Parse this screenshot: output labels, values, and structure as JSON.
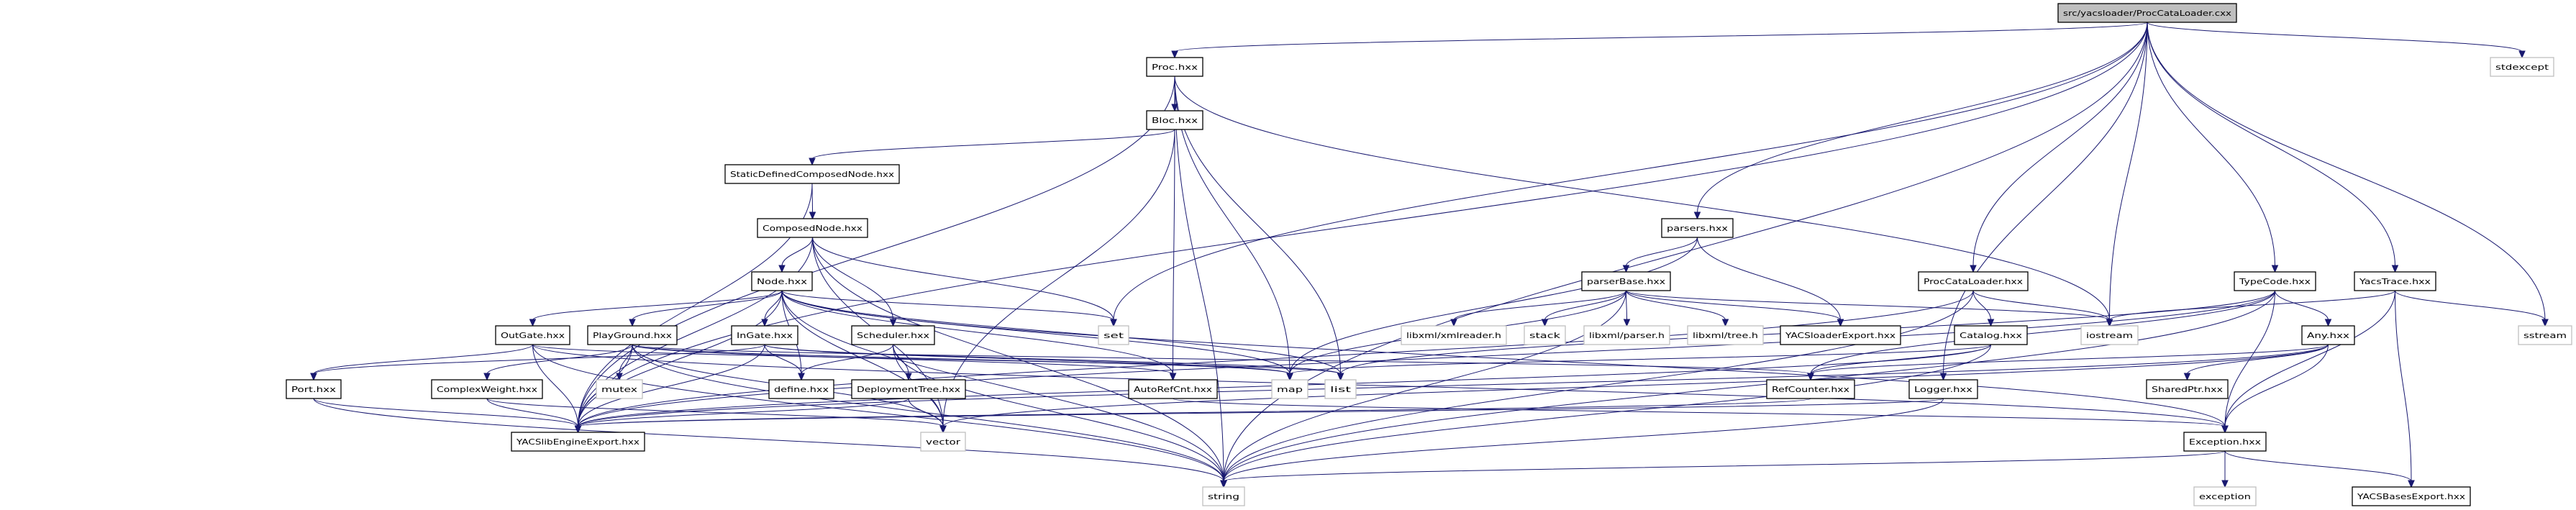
{
  "graph": {
    "root": "src/yacsloader/ProcCataLoader.cxx",
    "edge_color": "#191970",
    "root_fill": "#bfbfbf",
    "external_border": "#bfbfbf",
    "nodes": [
      {
        "id": "root",
        "label": "src/yacsloader/ProcCataLoader.cxx",
        "kind": "root"
      },
      {
        "id": "proc",
        "label": "Proc.hxx",
        "kind": "local"
      },
      {
        "id": "bloc",
        "label": "Bloc.hxx",
        "kind": "local"
      },
      {
        "id": "sdcn",
        "label": "StaticDefinedComposedNode.hxx",
        "kind": "local"
      },
      {
        "id": "cn",
        "label": "ComposedNode.hxx",
        "kind": "local"
      },
      {
        "id": "node",
        "label": "Node.hxx",
        "kind": "local"
      },
      {
        "id": "outgate",
        "label": "OutGate.hxx",
        "kind": "local"
      },
      {
        "id": "playground",
        "label": "PlayGround.hxx",
        "kind": "local"
      },
      {
        "id": "ingate",
        "label": "InGate.hxx",
        "kind": "local"
      },
      {
        "id": "scheduler",
        "label": "Scheduler.hxx",
        "kind": "local"
      },
      {
        "id": "port",
        "label": "Port.hxx",
        "kind": "local"
      },
      {
        "id": "complexweight",
        "label": "ComplexWeight.hxx",
        "kind": "local"
      },
      {
        "id": "mutex",
        "label": "mutex",
        "kind": "external"
      },
      {
        "id": "define",
        "label": "define.hxx",
        "kind": "local"
      },
      {
        "id": "deptree",
        "label": "DeploymentTree.hxx",
        "kind": "local"
      },
      {
        "id": "yle",
        "label": "YACSlibEngineExport.hxx",
        "kind": "local"
      },
      {
        "id": "set",
        "label": "set",
        "kind": "external"
      },
      {
        "id": "autorefcnt",
        "label": "AutoRefCnt.hxx",
        "kind": "local"
      },
      {
        "id": "map",
        "label": "map",
        "kind": "external"
      },
      {
        "id": "list",
        "label": "list",
        "kind": "external"
      },
      {
        "id": "vector",
        "label": "vector",
        "kind": "external"
      },
      {
        "id": "string",
        "label": "string",
        "kind": "external"
      },
      {
        "id": "parsers",
        "label": "parsers.hxx",
        "kind": "local"
      },
      {
        "id": "parserbase",
        "label": "parserBase.hxx",
        "kind": "local"
      },
      {
        "id": "xmlreader",
        "label": "libxml/xmlreader.h",
        "kind": "external"
      },
      {
        "id": "stack",
        "label": "stack",
        "kind": "external"
      },
      {
        "id": "xmlparser",
        "label": "libxml/parser.h",
        "kind": "external"
      },
      {
        "id": "xmltree",
        "label": "libxml/tree.h",
        "kind": "external"
      },
      {
        "id": "yloe",
        "label": "YACSloaderExport.hxx",
        "kind": "local"
      },
      {
        "id": "pcl",
        "label": "ProcCataLoader.hxx",
        "kind": "local"
      },
      {
        "id": "catalog",
        "label": "Catalog.hxx",
        "kind": "local"
      },
      {
        "id": "iostream",
        "label": "iostream",
        "kind": "external"
      },
      {
        "id": "typecode",
        "label": "TypeCode.hxx",
        "kind": "local"
      },
      {
        "id": "yacstrace",
        "label": "YacsTrace.hxx",
        "kind": "local"
      },
      {
        "id": "any",
        "label": "Any.hxx",
        "kind": "local"
      },
      {
        "id": "stdexcept",
        "label": "stdexcept",
        "kind": "external"
      },
      {
        "id": "sstream",
        "label": "sstream",
        "kind": "external"
      },
      {
        "id": "refcounter",
        "label": "RefCounter.hxx",
        "kind": "local"
      },
      {
        "id": "logger",
        "label": "Logger.hxx",
        "kind": "local"
      },
      {
        "id": "sharedptr",
        "label": "SharedPtr.hxx",
        "kind": "local"
      },
      {
        "id": "exceptionhxx",
        "label": "Exception.hxx",
        "kind": "local"
      },
      {
        "id": "exception",
        "label": "exception",
        "kind": "external"
      },
      {
        "id": "ybe",
        "label": "YACSBasesExport.hxx",
        "kind": "local"
      }
    ],
    "edges": [
      [
        "root",
        "proc"
      ],
      [
        "root",
        "set"
      ],
      [
        "root",
        "parsers"
      ],
      [
        "root",
        "pcl"
      ],
      [
        "root",
        "iostream"
      ],
      [
        "root",
        "logger"
      ],
      [
        "root",
        "typecode"
      ],
      [
        "root",
        "yacstrace"
      ],
      [
        "root",
        "stdexcept"
      ],
      [
        "root",
        "sstream"
      ],
      [
        "root",
        "yle"
      ],
      [
        "root",
        "string"
      ],
      [
        "proc",
        "bloc"
      ],
      [
        "proc",
        "map"
      ],
      [
        "proc",
        "list"
      ],
      [
        "proc",
        "iostream"
      ],
      [
        "proc",
        "yle"
      ],
      [
        "proc",
        "string"
      ],
      [
        "bloc",
        "sdcn"
      ],
      [
        "bloc",
        "autorefcnt"
      ],
      [
        "bloc",
        "vector"
      ],
      [
        "sdcn",
        "cn"
      ],
      [
        "sdcn",
        "yle"
      ],
      [
        "cn",
        "node"
      ],
      [
        "cn",
        "scheduler"
      ],
      [
        "cn",
        "set"
      ],
      [
        "cn",
        "vector"
      ],
      [
        "cn",
        "yle"
      ],
      [
        "cn",
        "string"
      ],
      [
        "node",
        "outgate"
      ],
      [
        "node",
        "playground"
      ],
      [
        "node",
        "ingate"
      ],
      [
        "node",
        "define"
      ],
      [
        "node",
        "set"
      ],
      [
        "node",
        "map"
      ],
      [
        "node",
        "list"
      ],
      [
        "node",
        "autorefcnt"
      ],
      [
        "node",
        "exceptionhxx"
      ],
      [
        "node",
        "vector"
      ],
      [
        "node",
        "string"
      ],
      [
        "node",
        "yle"
      ],
      [
        "outgate",
        "port"
      ],
      [
        "outgate",
        "yle"
      ],
      [
        "outgate",
        "list"
      ],
      [
        "outgate",
        "exceptionhxx"
      ],
      [
        "outgate",
        "string"
      ],
      [
        "playground",
        "complexweight"
      ],
      [
        "playground",
        "mutex"
      ],
      [
        "playground",
        "map"
      ],
      [
        "playground",
        "vector"
      ],
      [
        "playground",
        "string"
      ],
      [
        "playground",
        "yle"
      ],
      [
        "playground",
        "autorefcnt"
      ],
      [
        "playground",
        "refcounter"
      ],
      [
        "ingate",
        "define"
      ],
      [
        "ingate",
        "list"
      ],
      [
        "ingate",
        "map"
      ],
      [
        "ingate",
        "port"
      ],
      [
        "ingate",
        "yle"
      ],
      [
        "scheduler",
        "deptree"
      ],
      [
        "scheduler",
        "define"
      ],
      [
        "scheduler",
        "vector"
      ],
      [
        "scheduler",
        "string"
      ],
      [
        "port",
        "yle"
      ],
      [
        "port",
        "string"
      ],
      [
        "complexweight",
        "yle"
      ],
      [
        "complexweight",
        "vector"
      ],
      [
        "deptree",
        "vector"
      ],
      [
        "deptree",
        "yle"
      ],
      [
        "autorefcnt",
        "exceptionhxx"
      ],
      [
        "parsers",
        "parserbase"
      ],
      [
        "parsers",
        "yloe"
      ],
      [
        "parsers",
        "map"
      ],
      [
        "parserbase",
        "xmlreader"
      ],
      [
        "parserbase",
        "stack"
      ],
      [
        "parserbase",
        "xmlparser"
      ],
      [
        "parserbase",
        "xmltree"
      ],
      [
        "parserbase",
        "yloe"
      ],
      [
        "parserbase",
        "iostream"
      ],
      [
        "parserbase",
        "map"
      ],
      [
        "parserbase",
        "string"
      ],
      [
        "pcl",
        "catalog"
      ],
      [
        "pcl",
        "iostream"
      ],
      [
        "pcl",
        "yle"
      ],
      [
        "pcl",
        "string"
      ],
      [
        "catalog",
        "refcounter"
      ],
      [
        "catalog",
        "yle"
      ],
      [
        "catalog",
        "map"
      ],
      [
        "catalog",
        "string"
      ],
      [
        "typecode",
        "any"
      ],
      [
        "typecode",
        "refcounter"
      ],
      [
        "typecode",
        "yle"
      ],
      [
        "typecode",
        "exceptionhxx"
      ],
      [
        "typecode",
        "string"
      ],
      [
        "typecode",
        "list"
      ],
      [
        "yacstrace",
        "iostream"
      ],
      [
        "yacstrace",
        "sstream"
      ],
      [
        "yacstrace",
        "exceptionhxx"
      ],
      [
        "yacstrace",
        "ybe"
      ],
      [
        "any",
        "sharedptr"
      ],
      [
        "any",
        "refcounter"
      ],
      [
        "any",
        "exceptionhxx"
      ],
      [
        "any",
        "vector"
      ],
      [
        "any",
        "yle"
      ],
      [
        "refcounter",
        "yle"
      ],
      [
        "logger",
        "yle"
      ],
      [
        "logger",
        "string"
      ],
      [
        "exceptionhxx",
        "exception"
      ],
      [
        "exceptionhxx",
        "ybe"
      ],
      [
        "exceptionhxx",
        "string"
      ]
    ]
  }
}
